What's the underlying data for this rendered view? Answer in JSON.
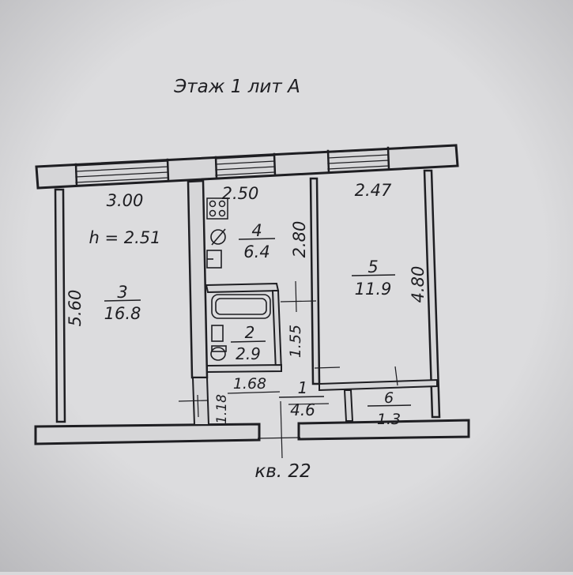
{
  "title": "Этаж 1 лит А",
  "apartment": "кв. 22",
  "ceiling_height": "h = 2.51",
  "dimensions": {
    "room3_width": "3.00",
    "room3_length": "5.60",
    "room4_width": "2.50",
    "room4_length": "2.80",
    "room5_width": "2.47",
    "room5_length": "4.80",
    "bath_width": "1.55",
    "hall_width": "1.68",
    "hall_length": "1.18"
  },
  "rooms": [
    {
      "number": "3",
      "area": "16.8"
    },
    {
      "number": "4",
      "area": "6.4"
    },
    {
      "number": "2",
      "area": "2.9"
    },
    {
      "number": "5",
      "area": "11.9"
    },
    {
      "number": "1",
      "area": "4.6"
    },
    {
      "number": "6",
      "area": "1.3"
    }
  ],
  "colors": {
    "paper": "#d9d9db",
    "ink": "#1e1e22"
  }
}
